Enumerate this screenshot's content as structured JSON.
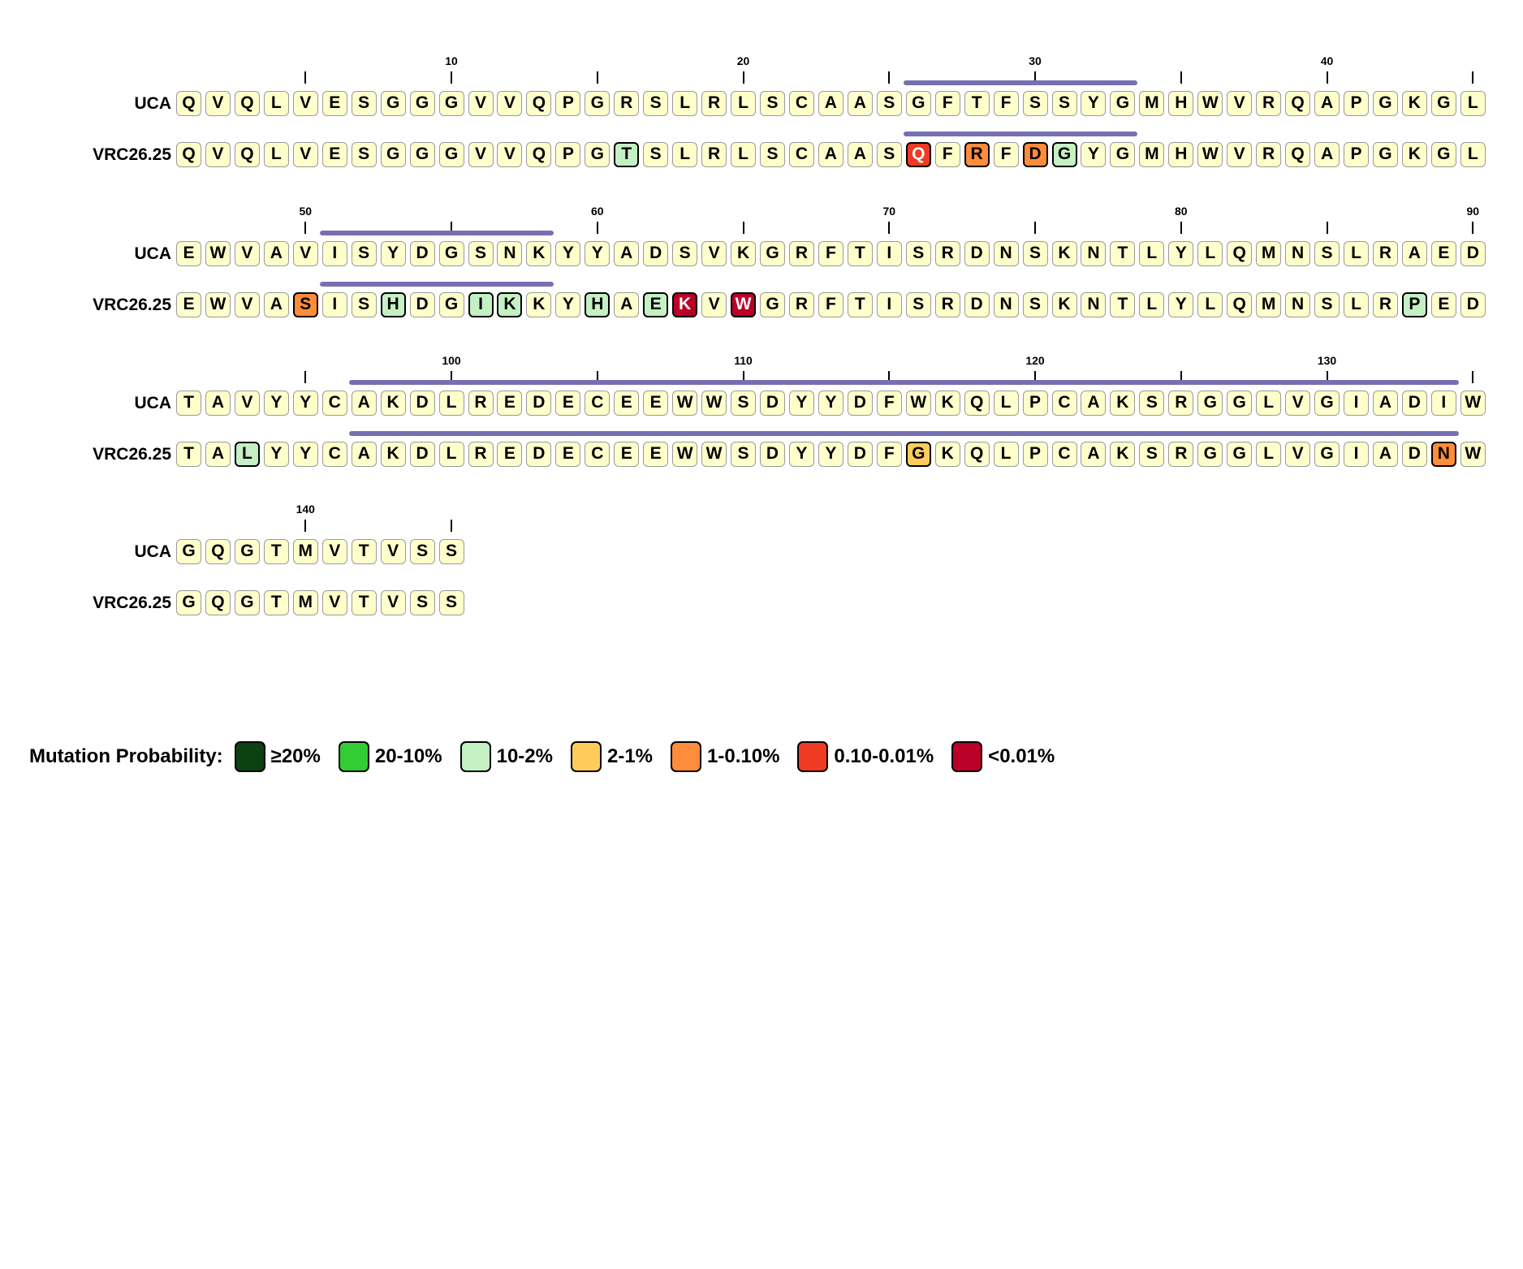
{
  "sequences": {
    "reference_label": "UCA",
    "antibody_label": "VRC26.25"
  },
  "default_color": "#ffffcc",
  "cdr_color": "#7670b3",
  "blocks": [
    {
      "uca": "QVQLVESGGGVVQPGRSLRLSCAASGFTFSSYGMHWVRQAPGKGL",
      "vrc": "QVQLVESGGGVVQPGTSLRLSCAASQFRFDGYGMHWVRQAPGKGL",
      "ticks": [
        {
          "idx": 4,
          "label": ""
        },
        {
          "idx": 9,
          "label": "10"
        },
        {
          "idx": 14,
          "label": ""
        },
        {
          "idx": 19,
          "label": "20"
        },
        {
          "idx": 24,
          "label": ""
        },
        {
          "idx": 29,
          "label": "30"
        },
        {
          "idx": 34,
          "label": ""
        },
        {
          "idx": 39,
          "label": "40"
        },
        {
          "idx": 44,
          "label": ""
        }
      ],
      "cdr": [
        25,
        32
      ],
      "mutations": [
        {
          "idx": 15,
          "cat": 2
        },
        {
          "idx": 25,
          "cat": 5
        },
        {
          "idx": 27,
          "cat": 4
        },
        {
          "idx": 29,
          "cat": 4
        },
        {
          "idx": 30,
          "cat": 2
        }
      ]
    },
    {
      "uca": "EWVAVISYDGSNKYYADSVKGRFTISRDNSKNTLYLQMNSLRAED",
      "vrc": "EWVASISHDGIKKYHAEKVWGRFTISRDNSKNTLYLQMNSLRPED",
      "ticks": [
        {
          "idx": 4,
          "label": "50"
        },
        {
          "idx": 9,
          "label": ""
        },
        {
          "idx": 14,
          "label": "60"
        },
        {
          "idx": 19,
          "label": ""
        },
        {
          "idx": 24,
          "label": "70"
        },
        {
          "idx": 29,
          "label": ""
        },
        {
          "idx": 34,
          "label": "80"
        },
        {
          "idx": 39,
          "label": ""
        },
        {
          "idx": 44,
          "label": "90"
        }
      ],
      "cdr": [
        5,
        12
      ],
      "mutations": [
        {
          "idx": 4,
          "cat": 4
        },
        {
          "idx": 7,
          "cat": 2
        },
        {
          "idx": 10,
          "cat": 2
        },
        {
          "idx": 11,
          "cat": 2
        },
        {
          "idx": 14,
          "cat": 2
        },
        {
          "idx": 16,
          "cat": 2
        },
        {
          "idx": 17,
          "cat": 6
        },
        {
          "idx": 19,
          "cat": 6
        },
        {
          "idx": 42,
          "cat": 2
        }
      ]
    },
    {
      "uca": "TAVYYCAKDLREDECEEWWSDYYDFWKQLPCAKSRGGLVGIADIW",
      "vrc": "TALYYCAKDLREDECEEWWSDYYDFGKQLPCAKSRGGLVGIADNW",
      "ticks": [
        {
          "idx": 4,
          "label": ""
        },
        {
          "idx": 9,
          "label": "100"
        },
        {
          "idx": 14,
          "label": ""
        },
        {
          "idx": 19,
          "label": "110"
        },
        {
          "idx": 24,
          "label": ""
        },
        {
          "idx": 29,
          "label": "120"
        },
        {
          "idx": 34,
          "label": ""
        },
        {
          "idx": 39,
          "label": "130"
        },
        {
          "idx": 44,
          "label": ""
        }
      ],
      "cdr": [
        6,
        43
      ],
      "mutations": [
        {
          "idx": 2,
          "cat": 2
        },
        {
          "idx": 25,
          "cat": 3
        },
        {
          "idx": 43,
          "cat": 4
        }
      ]
    },
    {
      "uca": "GQGTMVTVSS",
      "vrc": "GQGTMVTVSS",
      "ticks": [
        {
          "idx": 4,
          "label": "140"
        },
        {
          "idx": 9,
          "label": ""
        }
      ],
      "cdr": null,
      "mutations": []
    }
  ],
  "legend": {
    "title": "Mutation Probability:",
    "items": [
      {
        "label": "≥20%",
        "color": "#0d4012",
        "text_color": "#ffffff"
      },
      {
        "label": "20-10%",
        "color": "#33cc33",
        "text_color": "#000000"
      },
      {
        "label": "10-2%",
        "color": "#c4f0c4",
        "text_color": "#000000"
      },
      {
        "label": "2-1%",
        "color": "#ffcc5c",
        "text_color": "#000000"
      },
      {
        "label": "1-0.10%",
        "color": "#ff8c3a",
        "text_color": "#000000"
      },
      {
        "label": "0.10-0.01%",
        "color": "#ee3b22",
        "text_color": "#ffffff"
      },
      {
        "label": "<0.01%",
        "color": "#bb0027",
        "text_color": "#ffffff"
      }
    ]
  }
}
